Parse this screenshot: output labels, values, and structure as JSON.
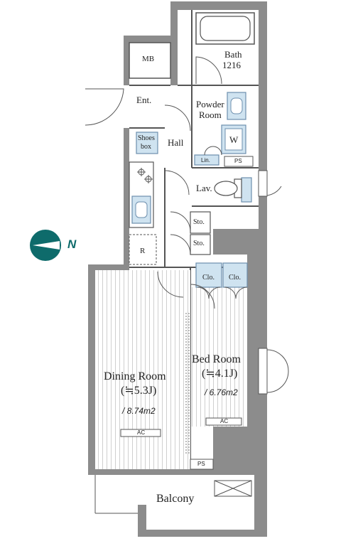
{
  "rooms": {
    "mb": "MB",
    "bath_name": "Bath",
    "bath_size": "1216",
    "entrance": "Ent.",
    "powder_line1": "Powder",
    "powder_line2": "Room",
    "washer": "W",
    "shoes_line1": "Shoes",
    "shoes_line2": "box",
    "hall": "Hall",
    "linen": "Lin.",
    "ps_upper": "PS",
    "lavatory": "Lav.",
    "storage_1": "Sto.",
    "storage_2": "Sto.",
    "refrigerator": "R",
    "closet_1": "Clo.",
    "closet_2": "Clo.",
    "dining_name": "Dining Room",
    "dining_tatami": "(≒5.3J)",
    "dining_area": "/ 8.74m2",
    "dining_ac": "AC",
    "bed_name": "Bed Room",
    "bed_tatami": "(≒4.1J)",
    "bed_area": "/ 6.76m2",
    "bed_ac": "AC",
    "ps_lower": "PS",
    "balcony": "Balcony"
  },
  "compass": {
    "letter": "N",
    "icon": "north-compass-icon",
    "color": "#0e6b6b"
  },
  "colors": {
    "wall": "#8c8c8c",
    "fixture_fill": "#cfe3f0",
    "fixture_stroke": "#6d8fae",
    "stripe": "#d4d4d4",
    "compass": "#0e6b6b"
  }
}
